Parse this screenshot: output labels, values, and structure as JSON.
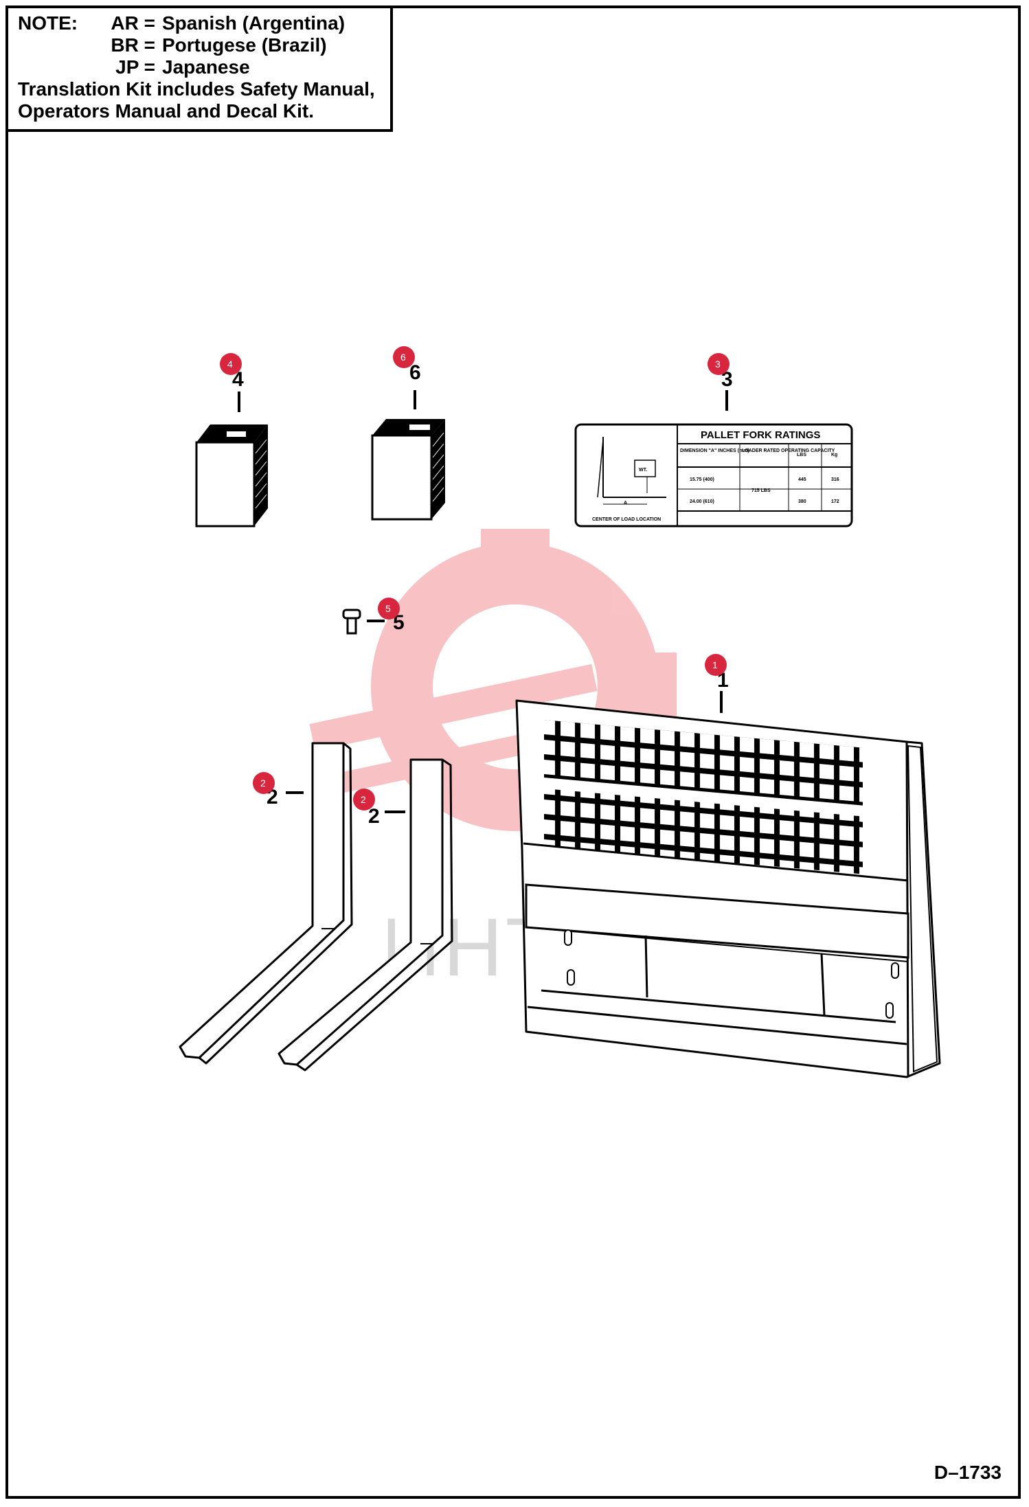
{
  "note": {
    "lead": "NOTE:",
    "languages": [
      {
        "code": "AR =",
        "name": "Spanish (Argentina)"
      },
      {
        "code": "BR =",
        "name": "Portugese (Brazil)"
      },
      {
        "code": "JP =",
        "name": "Japanese"
      }
    ],
    "kit_line_1": "Translation Kit includes Safety Manual,",
    "kit_line_2": "Operators Manual and Decal Kit."
  },
  "drawing_id": "D–1733",
  "decal": {
    "title": "PALLET FORK RATINGS",
    "headers": [
      "DIMENSION \"A\" INCHES (mm)",
      "LOADER RATED OPERATING CAPACITY",
      "LBS",
      "Kg"
    ],
    "rows": [
      [
        "15.75 (400)",
        "715 LBS",
        "445",
        "316"
      ],
      [
        "24.00 (610)",
        "",
        "380",
        "172"
      ]
    ],
    "wt_label": "WT.",
    "a_label": "A",
    "location_label": "CENTER OF LOAD LOCATION"
  },
  "callouts": {
    "frame": "1",
    "fork_left": "2",
    "fork_right": "2",
    "decal": "3",
    "kit_a": "4",
    "bolt": "5",
    "kit_b": "6"
  },
  "badges": {
    "frame": "1",
    "fork_left": "2",
    "fork_right": "2",
    "decal": "3",
    "kit_a": "4",
    "bolt": "5",
    "kit_b": "6"
  },
  "watermark": {
    "text": "ИНТЕХ",
    "color": "#e8262f"
  },
  "colors": {
    "badge": "#d7263d",
    "line": "#000000"
  }
}
